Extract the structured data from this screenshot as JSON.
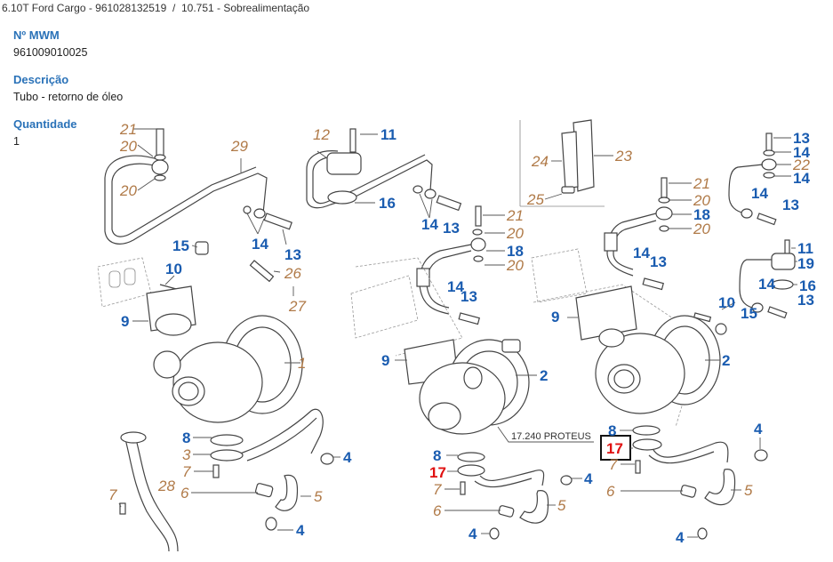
{
  "breadcrumb": {
    "model": "6.10T Ford Cargo - 961028132519",
    "separator": "/",
    "section": "10.751 - Sobrealimentação"
  },
  "fields": [
    {
      "label": "Nº MWM",
      "value": "961009010025"
    },
    {
      "label": "Descrição",
      "value": "Tubo - retorno de óleo"
    },
    {
      "label": "Quantidade",
      "value": "1"
    }
  ],
  "colors": {
    "label_blue": "#2a72b8",
    "part_blue": "#1a5cb0",
    "ref_orange": "#b07a48",
    "selected_red": "#e01010"
  },
  "diagram": {
    "caption": "17.240 PROTEUS",
    "selected_part": "17",
    "left_assembly": {
      "labels": [
        {
          "n": "21",
          "style": "ref"
        },
        {
          "n": "20",
          "style": "ref"
        },
        {
          "n": "20",
          "style": "ref"
        },
        {
          "n": "29",
          "style": "ref"
        },
        {
          "n": "14",
          "style": "part"
        },
        {
          "n": "13",
          "style": "part"
        },
        {
          "n": "15",
          "style": "part"
        },
        {
          "n": "10",
          "style": "part"
        },
        {
          "n": "26",
          "style": "ref"
        },
        {
          "n": "27",
          "style": "ref"
        },
        {
          "n": "9",
          "style": "part"
        },
        {
          "n": "1",
          "style": "ref"
        },
        {
          "n": "8",
          "style": "part"
        },
        {
          "n": "3",
          "style": "ref"
        },
        {
          "n": "7",
          "style": "ref"
        },
        {
          "n": "6",
          "style": "ref"
        },
        {
          "n": "4",
          "style": "part"
        },
        {
          "n": "5",
          "style": "ref"
        },
        {
          "n": "4",
          "style": "part"
        },
        {
          "n": "28",
          "style": "ref"
        },
        {
          "n": "7",
          "style": "ref"
        }
      ]
    },
    "middle_assembly": {
      "labels": [
        {
          "n": "12",
          "style": "ref"
        },
        {
          "n": "11",
          "style": "part"
        },
        {
          "n": "16",
          "style": "part"
        },
        {
          "n": "14",
          "style": "part"
        },
        {
          "n": "13",
          "style": "part"
        },
        {
          "n": "21",
          "style": "ref"
        },
        {
          "n": "20",
          "style": "ref"
        },
        {
          "n": "18",
          "style": "part"
        },
        {
          "n": "20",
          "style": "ref"
        },
        {
          "n": "14",
          "style": "part"
        },
        {
          "n": "13",
          "style": "part"
        },
        {
          "n": "9",
          "style": "part"
        },
        {
          "n": "2",
          "style": "part"
        },
        {
          "n": "8",
          "style": "part"
        },
        {
          "n": "17",
          "style": "sel"
        },
        {
          "n": "7",
          "style": "ref"
        },
        {
          "n": "6",
          "style": "ref"
        },
        {
          "n": "4",
          "style": "part"
        },
        {
          "n": "5",
          "style": "ref"
        },
        {
          "n": "4",
          "style": "part"
        }
      ]
    },
    "right_assembly": {
      "labels": [
        {
          "n": "24",
          "style": "ref"
        },
        {
          "n": "23",
          "style": "ref"
        },
        {
          "n": "25",
          "style": "ref"
        },
        {
          "n": "21",
          "style": "ref"
        },
        {
          "n": "20",
          "style": "ref"
        },
        {
          "n": "18",
          "style": "part"
        },
        {
          "n": "20",
          "style": "ref"
        },
        {
          "n": "14",
          "style": "part"
        },
        {
          "n": "13",
          "style": "part"
        },
        {
          "n": "13",
          "style": "part"
        },
        {
          "n": "14",
          "style": "part"
        },
        {
          "n": "22",
          "style": "ref"
        },
        {
          "n": "14",
          "style": "part"
        },
        {
          "n": "14",
          "style": "part"
        },
        {
          "n": "13",
          "style": "part"
        },
        {
          "n": "11",
          "style": "part"
        },
        {
          "n": "19",
          "style": "part"
        },
        {
          "n": "14",
          "style": "part"
        },
        {
          "n": "16",
          "style": "part"
        },
        {
          "n": "13",
          "style": "part"
        },
        {
          "n": "10",
          "style": "part"
        },
        {
          "n": "15",
          "style": "part"
        },
        {
          "n": "9",
          "style": "part"
        },
        {
          "n": "2",
          "style": "part"
        },
        {
          "n": "8",
          "style": "part"
        },
        {
          "n": "17",
          "style": "sel"
        },
        {
          "n": "7",
          "style": "ref"
        },
        {
          "n": "6",
          "style": "ref"
        },
        {
          "n": "4",
          "style": "part"
        },
        {
          "n": "5",
          "style": "ref"
        },
        {
          "n": "4",
          "style": "part"
        }
      ]
    }
  }
}
